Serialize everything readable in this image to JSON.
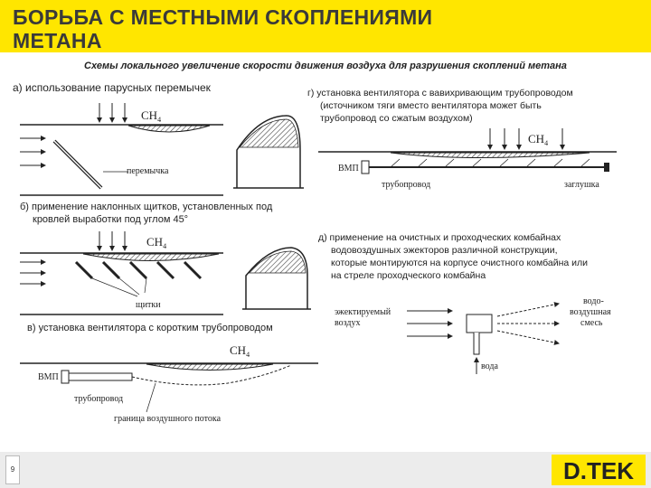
{
  "header": {
    "title_line1": "БОРЬБА  С  МЕСТНЫМИ  СКОПЛЕНИЯМИ",
    "title_line2": "МЕТАНА",
    "subtitle": "Схемы локального увеличение скорости движения воздуха для разрушения скоплений метана"
  },
  "sections": {
    "a": {
      "caption": "а) использование парусных перемычек",
      "labels": {
        "ch4": "CH",
        "ch4_sub": "4",
        "barrier": "перемычка"
      }
    },
    "b": {
      "caption_line1": "б) применение наклонных щитков, установленных под",
      "caption_line2": "кровлей выработки под углом 45°",
      "labels": {
        "ch4": "CH",
        "ch4_sub": "4",
        "shields": "щитки"
      }
    },
    "v": {
      "caption": "в) установка вентилятора с коротким трубопроводом",
      "labels": {
        "ch4": "CH",
        "ch4_sub": "4",
        "vmp": "ВМП",
        "pipe": "трубопровод",
        "boundary": "граница воздушного потока"
      }
    },
    "g": {
      "caption_line1": "г) установка вентилятора с вавихривающим трубопроводом",
      "caption_line2": "(источником тяги вместо вентилятора может быть",
      "caption_line3": "трубопровод со сжатым воздухом)",
      "labels": {
        "ch4": "CH",
        "ch4_sub": "4",
        "vmp": "ВМП",
        "pipe": "трубопровод",
        "plug": "заглушка"
      }
    },
    "d": {
      "caption_line1": "д) применение на очистных и проходческих комбайнах",
      "caption_line2": "водовоздушных эжекторов различной конструкции,",
      "caption_line3": "которые монтируются на корпусе очистного комбайна или",
      "caption_line4": "на стреле проходческого комбайна",
      "labels": {
        "ejected_line1": "эжектируемый",
        "ejected_line2": "воздух",
        "mix_line1": "водо-",
        "mix_line2": "воздушная",
        "mix_line3": "смесь",
        "water": "вода"
      }
    }
  },
  "footer": {
    "page_number": "9",
    "logo_text": "D.TEK"
  },
  "colors": {
    "brand_yellow": "#ffe600",
    "title_text": "#3a3a3a",
    "footer_gray": "#ececec"
  }
}
